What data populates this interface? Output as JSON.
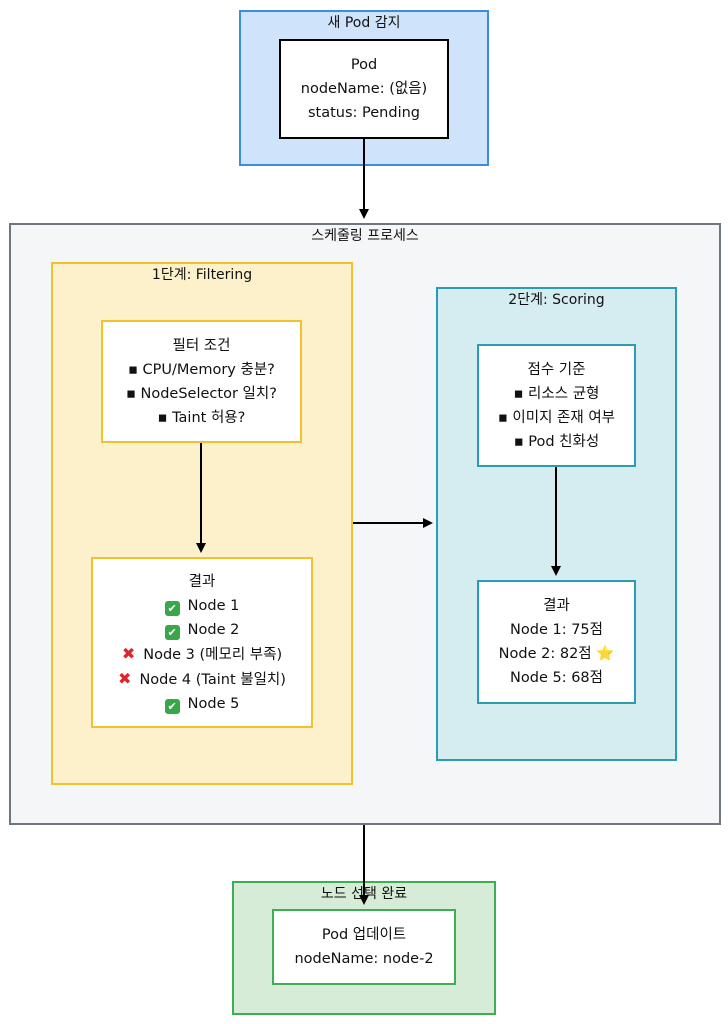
{
  "detect": {
    "title": "새 Pod 감지",
    "lines": [
      "Pod",
      "nodeName: (없음)",
      "status: Pending"
    ]
  },
  "process": {
    "title": "스케줄링 프로세스",
    "filtering": {
      "title": "1단계: Filtering",
      "criteria": {
        "lines": [
          "필터 조건",
          "▪ CPU/Memory 충분?",
          "▪ NodeSelector 일치?",
          "▪ Taint 허용?"
        ]
      },
      "result": {
        "title": "결과",
        "items": [
          {
            "status": "pass",
            "text": "Node 1"
          },
          {
            "status": "pass",
            "text": "Node 2"
          },
          {
            "status": "fail",
            "text": "Node 3 (메모리 부족)"
          },
          {
            "status": "fail",
            "text": "Node 4 (Taint 불일치)"
          },
          {
            "status": "pass",
            "text": "Node 5"
          }
        ]
      }
    },
    "scoring": {
      "title": "2단계: Scoring",
      "criteria": {
        "lines": [
          "점수 기준",
          "▪ 리소스 균형",
          "▪ 이미지 존재 여부",
          "▪ Pod 친화성"
        ]
      },
      "result": {
        "lines": [
          "결과",
          "Node 1: 75점",
          "Node 2: 82점",
          "Node 5: 68점"
        ],
        "star": "⭐"
      }
    }
  },
  "complete": {
    "title": "노드 선택 완료",
    "lines": [
      "Pod 업데이트",
      "nodeName: node-2"
    ]
  },
  "colors": {
    "blue_border": "#3b8de0",
    "blue_fill": "#cfe3fb",
    "gray_border": "#6e757c",
    "gray_fill": "#f5f6f8",
    "yellow_border": "#f2c12e",
    "yellow_fill": "#fdf1cc",
    "teal_border": "#2a9db2",
    "teal_fill": "#d5ecf1",
    "green_border": "#3bae56",
    "green_fill": "#d6ecd6"
  }
}
